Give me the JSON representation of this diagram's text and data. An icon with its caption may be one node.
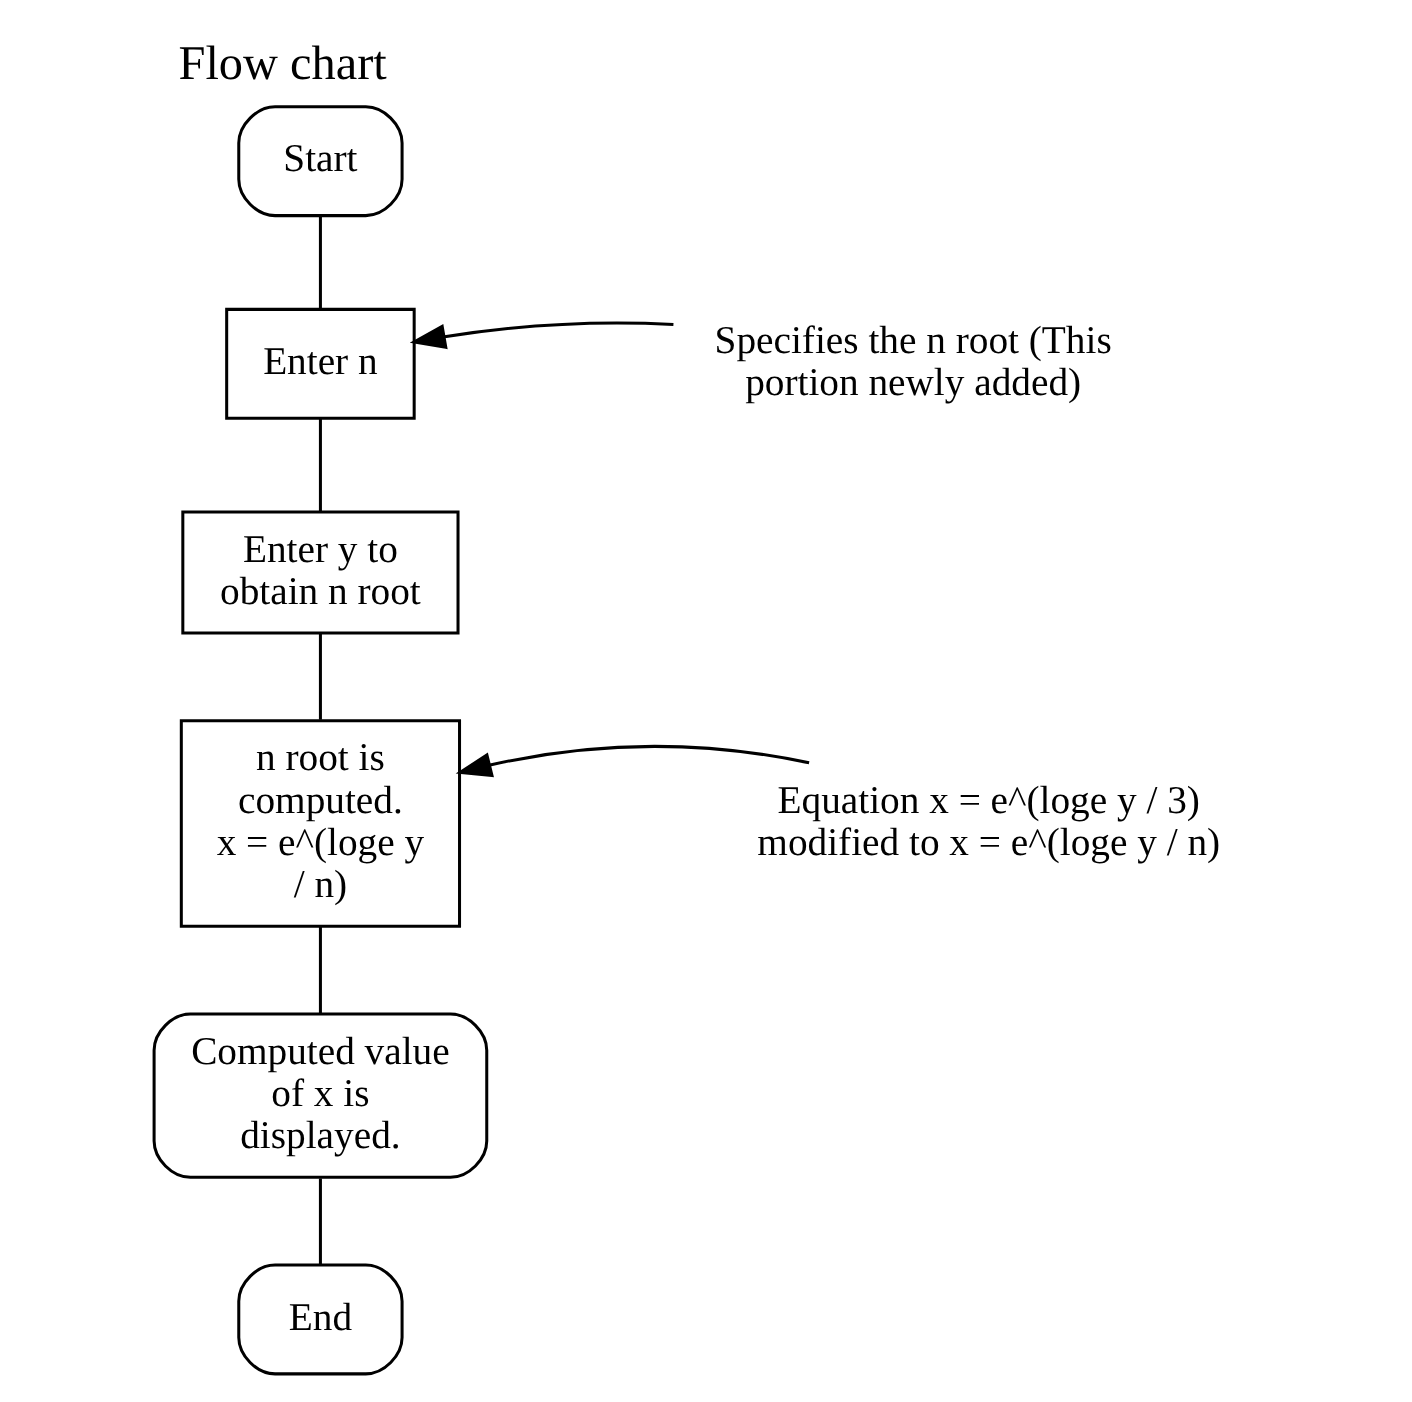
{
  "diagram": {
    "title": "Flow chart",
    "nodes": [
      {
        "text": [
          "Start"
        ]
      },
      {
        "text": [
          "Enter n"
        ]
      },
      {
        "text": [
          "Enter y to obtain n root"
        ]
      },
      {
        "text": [
          "n root is computed.",
          "x = e^(loge y / n)"
        ]
      },
      {
        "text": [
          "Computed value of x is displayed."
        ]
      },
      {
        "text": [
          "End"
        ]
      },
      {
        "text": [
          "Specifies the n root (This portion newly added)"
        ]
      },
      {
        "text": [
          "Equation x = e^(loge y / 3) modified to x = e^(loge y / n)"
        ]
      }
    ],
    "edges": [
      {
        "from": 0,
        "to": 1,
        "arrow": "none"
      },
      {
        "from": 1,
        "to": 2,
        "arrow": "none"
      },
      {
        "from": 2,
        "to": 3,
        "arrow": "none"
      },
      {
        "from": 3,
        "to": 4,
        "arrow": "none"
      },
      {
        "from": 4,
        "to": 5,
        "arrow": "none"
      },
      {
        "from": 6,
        "to": 1,
        "arrow": "to"
      },
      {
        "from": 7,
        "to": 3,
        "arrow": "to"
      }
    ]
  }
}
